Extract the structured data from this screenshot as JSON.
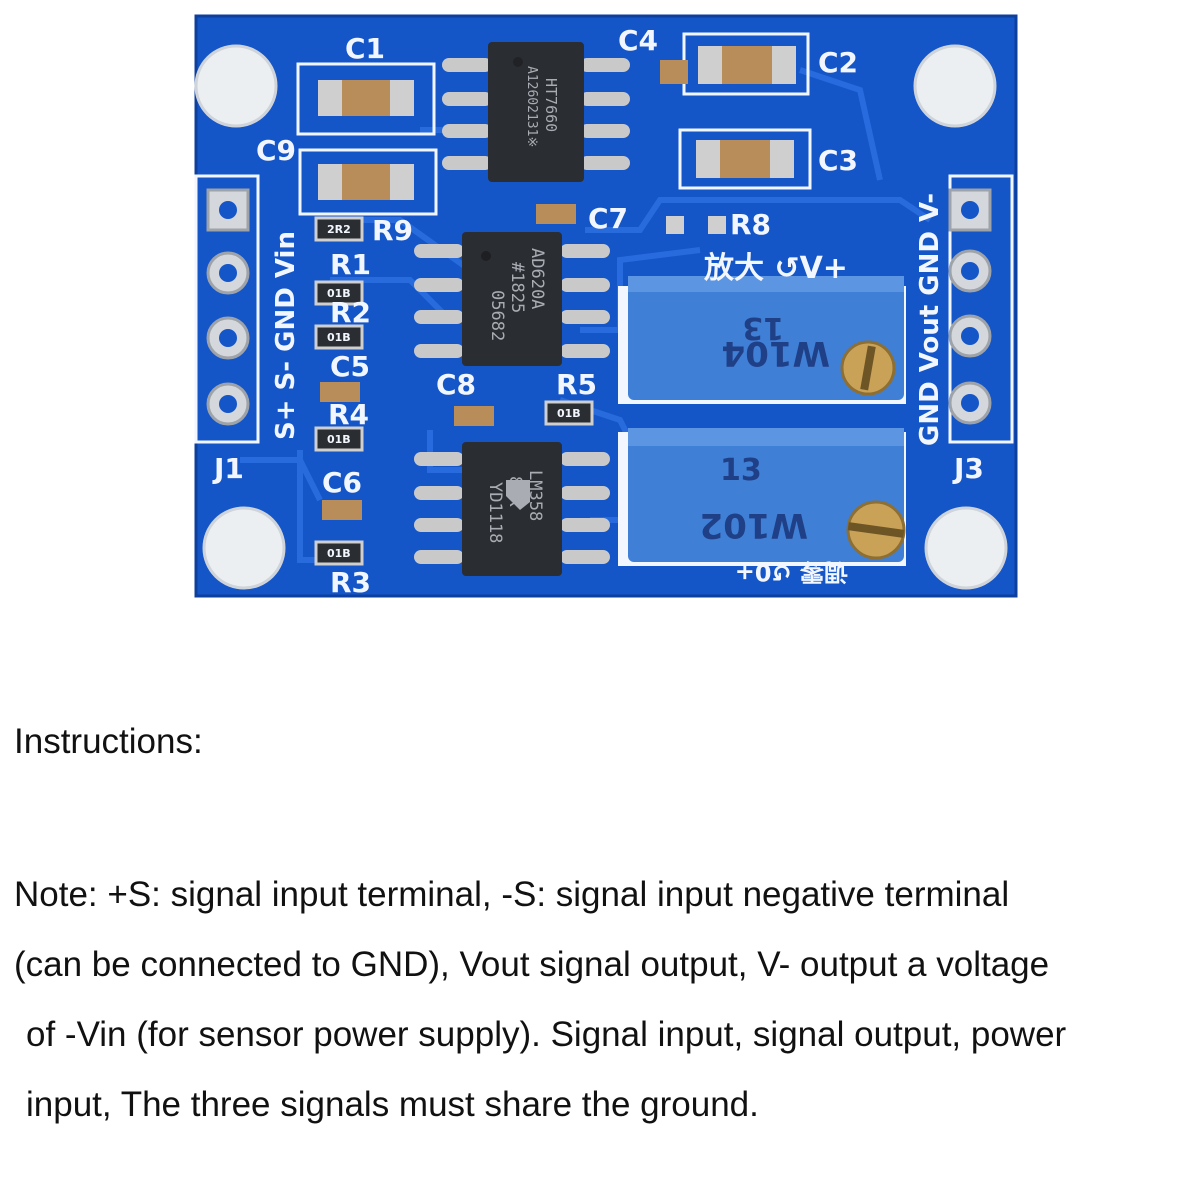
{
  "board": {
    "colors": {
      "pcb": "#1455c8",
      "pcb_dark": "#0d3f9c",
      "trace": "#1a63d8",
      "silkscreen": "#f2f6ff",
      "chip": "#2a2d32",
      "pad": "#c9c9c9",
      "potentiometer": "#3f7fd6",
      "brass": "#c9a257"
    },
    "silkscreen": {
      "c1": "C1",
      "c2": "C2",
      "c3": "C3",
      "c4": "C4",
      "c5": "C5",
      "c6": "C6",
      "c7": "C7",
      "c8": "C8",
      "c9": "C9",
      "r1": "R1",
      "r2": "R2",
      "r3": "R3",
      "r4": "R4",
      "r5": "R5",
      "r8": "R8",
      "r9": "R9",
      "j1": "J1",
      "j3": "J3",
      "j1_pins": "S+  S-  GND Vin",
      "j3_pins": "GND Vout GND V-",
      "gain_label": "放大 ↺V+",
      "zero_label": "调零 ↺0+"
    },
    "resistor_codes": {
      "r9": "2R2",
      "r1": "01B",
      "r2": "01B",
      "r4": "01B",
      "r3": "01B",
      "r5": "01B"
    },
    "chips": {
      "u1": [
        "HT7660",
        "A12602131※"
      ],
      "u2": [
        "AD620A",
        "#1825",
        "05682"
      ],
      "u3": [
        "LM358",
        "8AK",
        "YD1118"
      ]
    },
    "potentiometers": {
      "gain": [
        "13",
        "W104"
      ],
      "zero": [
        "13",
        "W102"
      ]
    }
  },
  "text": {
    "heading": "Instructions:",
    "note_lines": [
      "Note: +S: signal input terminal, -S: signal input negative terminal",
      "(can be connected to GND), Vout signal output, V- output a voltage",
      " of -Vin (for sensor power supply). Signal input, signal output, power",
      " input, The three signals must share the ground."
    ]
  }
}
